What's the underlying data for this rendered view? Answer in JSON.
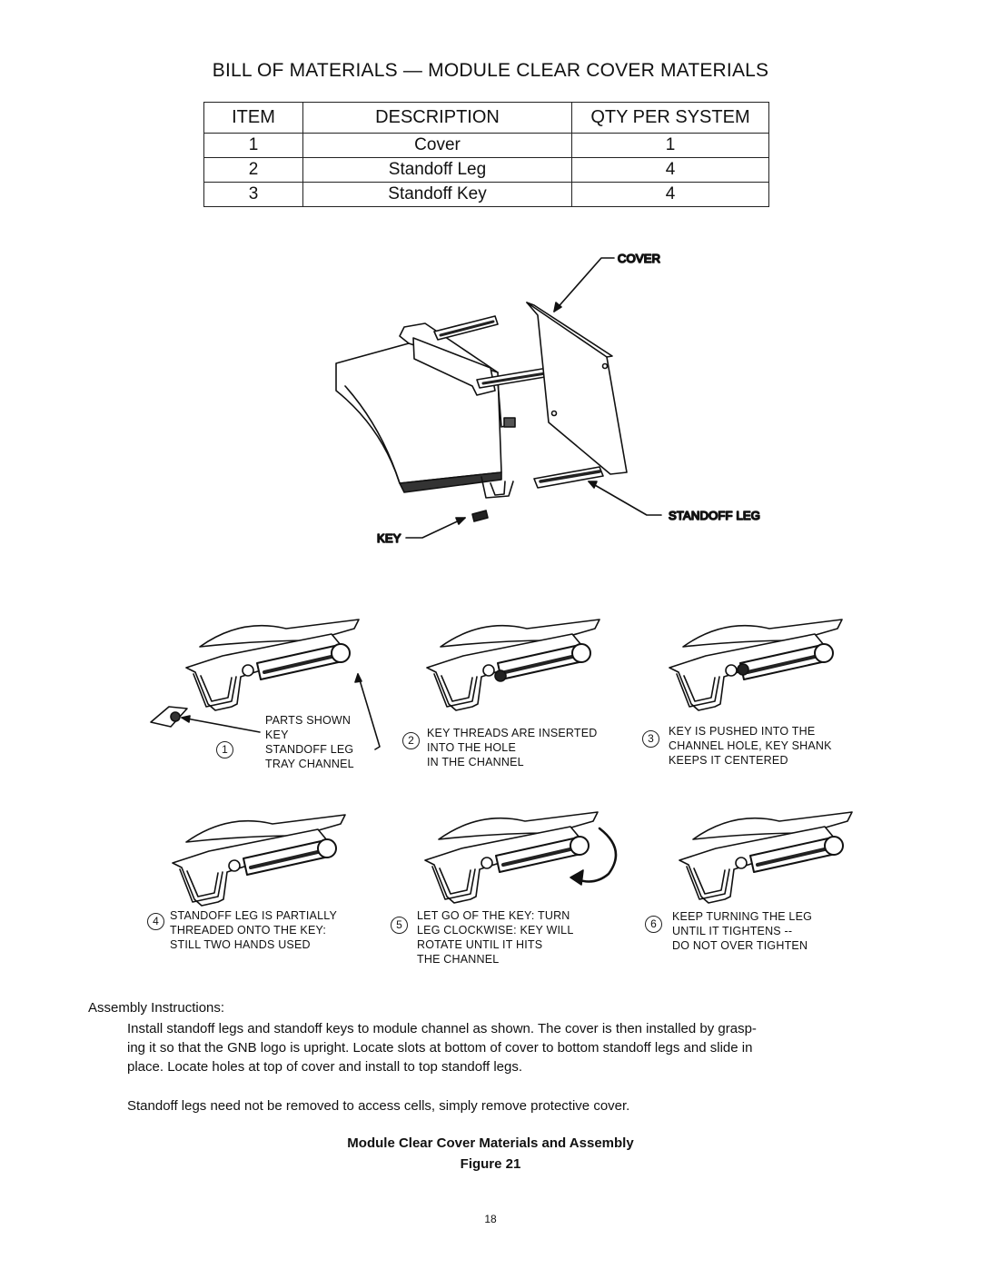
{
  "title": "BILL OF MATERIALS — MODULE CLEAR COVER MATERIALS",
  "bom": {
    "headers": [
      "ITEM",
      "DESCRIPTION",
      "QTY PER SYSTEM"
    ],
    "rows": [
      {
        "item": "1",
        "description": "Cover",
        "qty": "1"
      },
      {
        "item": "2",
        "description": "Standoff Leg",
        "qty": "4"
      },
      {
        "item": "3",
        "description": "Standoff Key",
        "qty": "4"
      }
    ]
  },
  "diagram": {
    "cover_label": "COVER",
    "standoff_leg_label": "STANDOFF LEG",
    "key_label": "KEY"
  },
  "steps": [
    {
      "num": "1",
      "lines": [
        "PARTS SHOWN",
        "KEY",
        "STANDOFF LEG",
        "TRAY CHANNEL"
      ]
    },
    {
      "num": "2",
      "lines": [
        "KEY THREADS ARE INSERTED",
        "INTO THE HOLE",
        "IN THE CHANNEL"
      ]
    },
    {
      "num": "3",
      "lines": [
        "KEY IS PUSHED INTO THE",
        "CHANNEL HOLE, KEY SHANK",
        "KEEPS IT CENTERED"
      ]
    },
    {
      "num": "4",
      "lines": [
        "STANDOFF LEG IS PARTIALLY",
        "THREADED ONTO THE KEY:",
        "STILL TWO HANDS USED"
      ]
    },
    {
      "num": "5",
      "lines": [
        "LET GO OF THE KEY: TURN",
        "LEG CLOCKWISE: KEY WILL",
        "ROTATE UNTIL IT HITS",
        "THE CHANNEL"
      ]
    },
    {
      "num": "6",
      "lines": [
        "KEEP TURNING THE LEG",
        "UNTIL IT TIGHTENS --",
        "DO NOT OVER TIGHTEN"
      ]
    }
  ],
  "instructions": {
    "heading": "Assembly Instructions:",
    "paragraph1_lines": [
      "Install standoff legs and standoff keys to module channel as shown. The cover is then installed by grasp-",
      "ing it so that the GNB logo is upright. Locate slots at bottom of cover to bottom standoff legs and slide in",
      "place. Locate holes at top of cover and install to top standoff legs."
    ],
    "paragraph2": "Standoff legs need not be removed to access cells, simply remove protective cover."
  },
  "caption": {
    "line1": "Module Clear Cover Materials and Assembly",
    "line2": "Figure 21"
  },
  "page_number": "18"
}
